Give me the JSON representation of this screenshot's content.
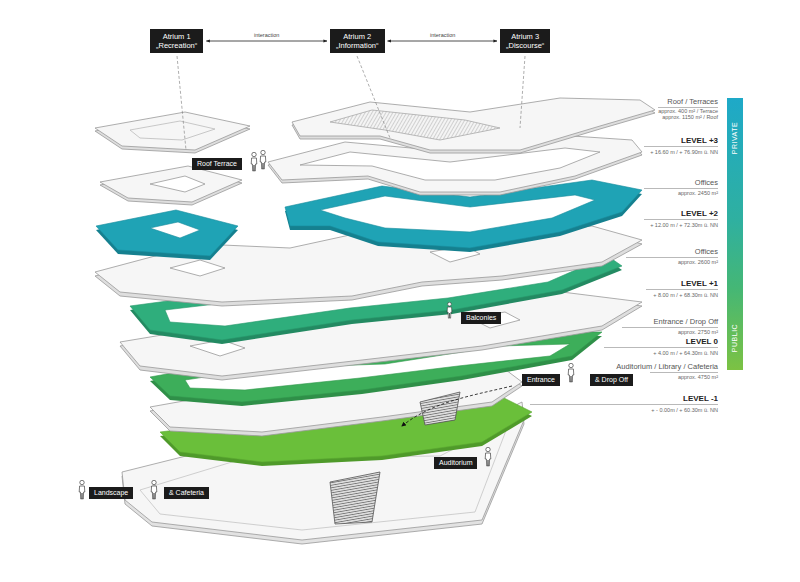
{
  "diagram": {
    "nodes": [
      {
        "text": [
          "Atrium 1",
          "„Recreation“"
        ]
      },
      {
        "text": [
          "Atrium 2",
          "„Information“"
        ]
      },
      {
        "text": [
          "Atrium 3",
          "„Discourse“"
        ]
      },
      {
        "text": [
          "Roof Terrace"
        ]
      },
      {
        "text": [
          "Balconies"
        ]
      },
      {
        "text": [
          "Entrance"
        ]
      },
      {
        "text": [
          "& Drop Off"
        ]
      },
      {
        "text": [
          "Auditorium"
        ]
      },
      {
        "text": [
          "Landscape"
        ]
      },
      {
        "text": [
          "& Cafeteria"
        ]
      },
      {
        "text": [
          "PRIVATE",
          "PUBLIC"
        ]
      }
    ],
    "edges": [
      {
        "from": 0,
        "to": 1,
        "label": "interaction",
        "arrow": "both"
      },
      {
        "from": 1,
        "to": 2,
        "label": "interaction",
        "arrow": "both"
      }
    ],
    "labels": [
      "Roof / Terraces",
      "approx. 400 m² / Terrace",
      "approx. 1150 m² / Roof",
      "LEVEL +3",
      "+ 16.60 m / + 76.90m ü. NN",
      "Offices",
      "approx. 2450 m²",
      "LEVEL +2",
      "+ 12.00 m / + 72.30m ü. NN",
      "Offices",
      "approx. 2600 m²",
      "LEVEL +1",
      "+ 8.00 m / + 68.30m ü. NN",
      "Entrance / Drop Off",
      "approx. 2750 m²",
      "LEVEL 0",
      "+ 4.00 m / + 64.30m ü. NN",
      "Auditorium / Library / Cafeteria",
      "approx. 4750 m²",
      "LEVEL -1",
      "+ - 0.00m / + 60.30m ü. NN"
    ]
  }
}
